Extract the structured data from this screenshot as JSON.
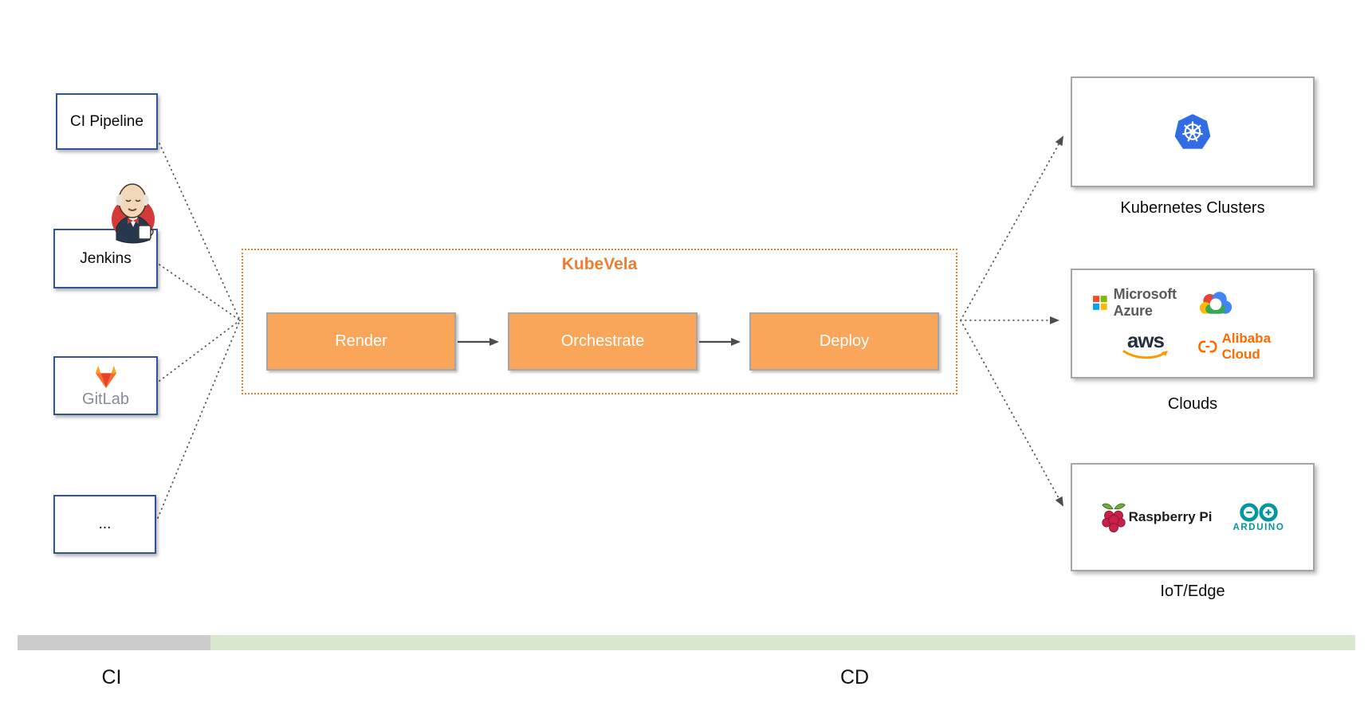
{
  "diagram": {
    "ci_sources": [
      {
        "label": "CI Pipeline"
      },
      {
        "label": "Jenkins",
        "icon": "jenkins-mascot-icon"
      },
      {
        "label": "GitLab",
        "icon": "gitlab-tanuki-icon"
      },
      {
        "label": "..."
      }
    ],
    "kubevela": {
      "title": "KubeVela",
      "stages": [
        {
          "label": "Render"
        },
        {
          "label": "Orchestrate"
        },
        {
          "label": "Deploy"
        }
      ]
    },
    "targets": [
      {
        "label": "Kubernetes Clusters",
        "icon": "kubernetes-icon"
      },
      {
        "label": "Clouds",
        "logos": [
          {
            "icon": "microsoft-azure-logo",
            "text": "Microsoft Azure"
          },
          {
            "icon": "google-cloud-logo"
          },
          {
            "icon": "aws-logo",
            "text": "aws"
          },
          {
            "icon": "alibaba-cloud-logo",
            "text": "Alibaba Cloud"
          }
        ]
      },
      {
        "label": "IoT/Edge",
        "logos": [
          {
            "icon": "raspberry-pi-logo",
            "text": "Raspberry Pi"
          },
          {
            "icon": "arduino-logo",
            "text": "ARDUINO"
          }
        ]
      }
    ],
    "footer": {
      "ci_label": "CI",
      "cd_label": "CD"
    },
    "colors": {
      "kubevela_accent": "#ED7D31",
      "stage_fill": "#F9A65A",
      "stage_border": "#A5A5A5",
      "source_box_border": "#2F5597",
      "target_box_border": "#A6A6A6",
      "connector_gray": "#4D4D4D",
      "ci_bar_gray": "#CCCCCC",
      "cd_bar_green": "#DBE8D0"
    }
  }
}
